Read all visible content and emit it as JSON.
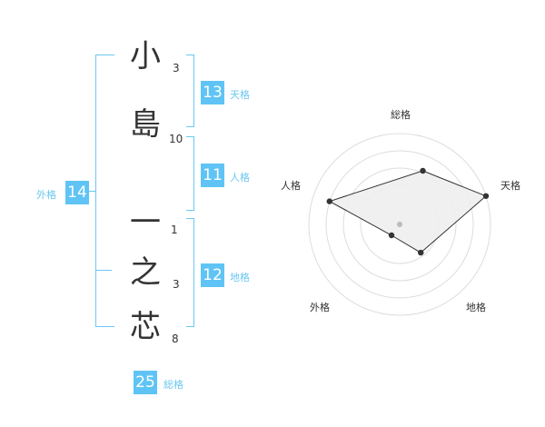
{
  "name": {
    "chars": [
      {
        "char": "小",
        "strokes": "3"
      },
      {
        "char": "島",
        "strokes": "10"
      },
      {
        "char": "一",
        "strokes": "1"
      },
      {
        "char": "之",
        "strokes": "3"
      },
      {
        "char": "芯",
        "strokes": "8"
      }
    ]
  },
  "fortunes": {
    "tenkaku": {
      "label": "天格",
      "value": "13"
    },
    "jinkaku": {
      "label": "人格",
      "value": "11"
    },
    "chikaku": {
      "label": "地格",
      "value": "12"
    },
    "gaikaku": {
      "label": "外格",
      "value": "14"
    },
    "soukaku": {
      "label": "総格",
      "value": "25"
    }
  },
  "radar": {
    "labels": [
      "総格",
      "天格",
      "地格",
      "外格",
      "人格"
    ],
    "values": [
      0.58,
      1.0,
      0.28,
      0.0,
      0.78
    ],
    "colors": {
      "fill": "#eeeeee",
      "ring": "#dddddd",
      "line": "#333333",
      "point": "#333333",
      "center": "#bbbbbb"
    }
  }
}
